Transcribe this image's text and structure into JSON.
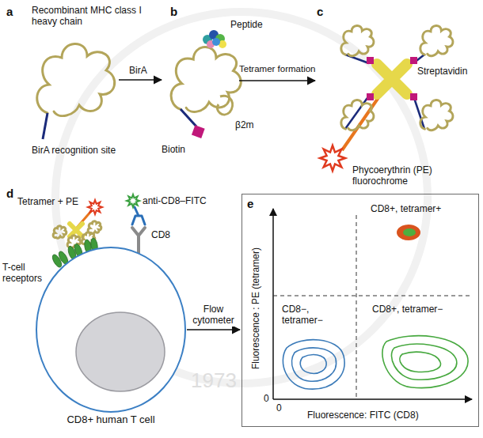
{
  "diagram": {
    "nodes": [
      {
        "text": [
          "CD8+ human T cell"
        ]
      },
      {
        "text": [
          "e"
        ]
      }
    ],
    "edges": [
      {
        "from": 0,
        "to": 1,
        "arrow": "to",
        "label": "Flow cytometer"
      }
    ],
    "labels": [
      "a",
      "Recombinant MHC class I heavy chain",
      "BirA recognition site",
      "BirA",
      "b",
      "Peptide",
      "β2m",
      "Biotin",
      "Tetramer formation",
      "c",
      "Streptavidin",
      "Phycoerythrin (PE) fluorochrome",
      "d",
      "Tetramer + PE",
      "anti-CD8–FITC",
      "CD8",
      "T-cell receptors",
      "CD8+, tetramer+",
      "CD8−, tetramer−",
      "CD8+, tetramer−",
      "Fluorescence : PE (tetramer)",
      "Fluorescence: FITC (CD8)",
      "0",
      "0",
      "1973"
    ]
  }
}
